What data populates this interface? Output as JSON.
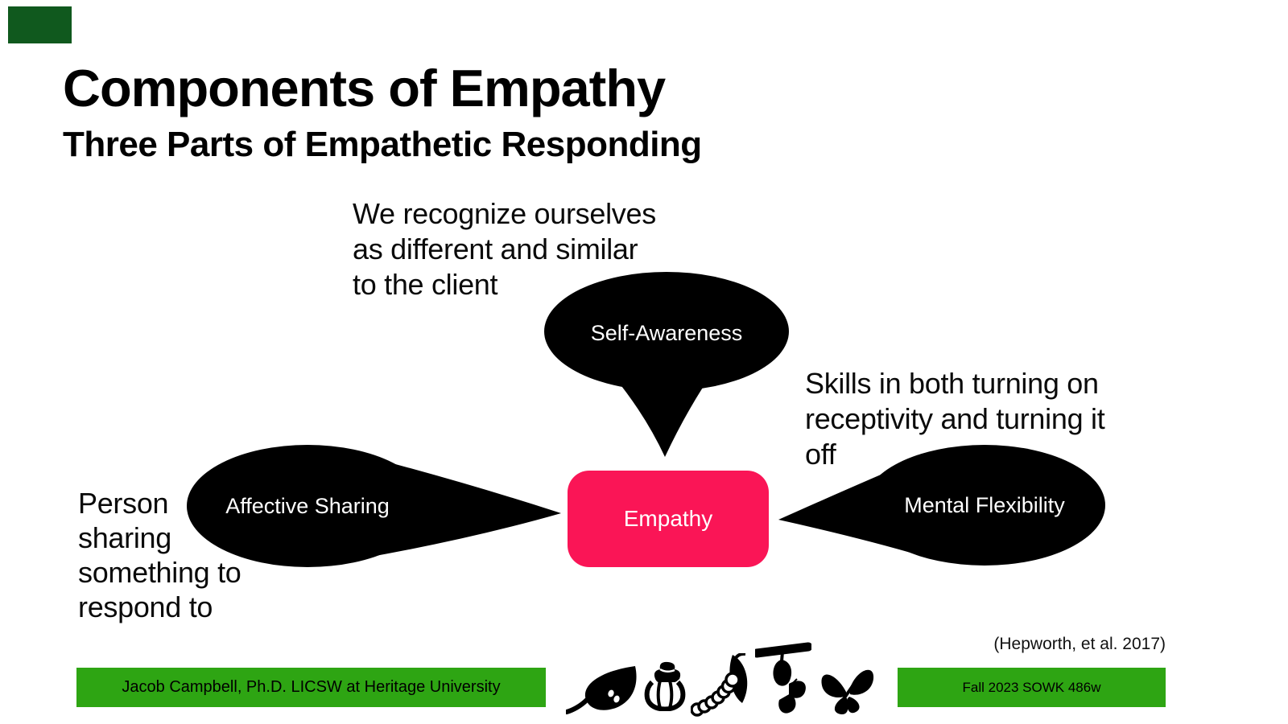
{
  "slide": {
    "title": "Components of Empathy",
    "subtitle": "Three Parts of Empathetic Responding",
    "citation": "(Hepworth, et al. 2017)"
  },
  "footer": {
    "left_badge": "Jacob Campbell, Ph.D. LICSW at Heritage University",
    "right_badge": "Fall 2023 SOWK 486w"
  },
  "diagram": {
    "center_label": "Empathy",
    "bubbles": [
      {
        "id": "self-awareness",
        "label": "Self-Awareness",
        "annotation_lines": [
          "We recognize ourselves",
          "as different and similar",
          "to the client"
        ]
      },
      {
        "id": "affective-sharing",
        "label": "Affective Sharing",
        "annotation_lines": [
          "Person",
          "sharing",
          "something to",
          "respond to"
        ]
      },
      {
        "id": "mental-flexibility",
        "label": "Mental Flexibility",
        "annotation_lines": [
          "Skills in both turning on",
          "receptivity and turning it",
          "off"
        ]
      }
    ]
  },
  "lifecycle_icons": [
    "leaf-with-eggs",
    "hatching-egg",
    "caterpillar-eating-leaf",
    "chrysalis-emerging",
    "butterfly"
  ],
  "colors": {
    "empathy_pink": "#FA1556",
    "footer_green": "#2EA513",
    "logo_green": "#10591E",
    "bubble_black": "#000000"
  }
}
